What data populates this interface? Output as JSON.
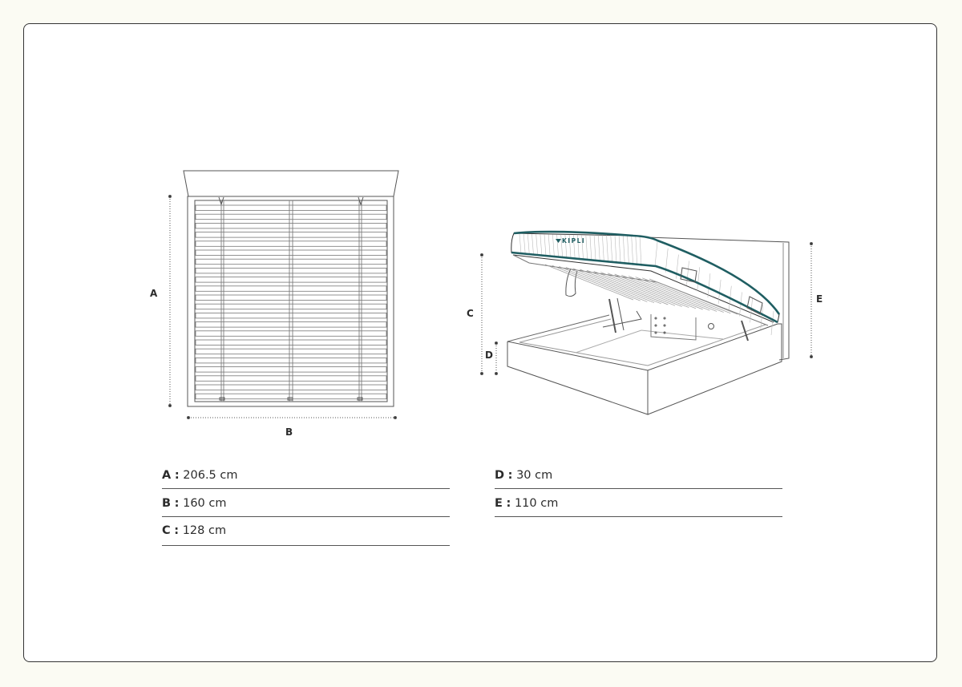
{
  "brand": "KIPLI",
  "dimension_letters": [
    "A",
    "B",
    "C",
    "D",
    "E"
  ],
  "specs": {
    "a": {
      "key": "A",
      "sep": ":",
      "value": "206.5 cm"
    },
    "b": {
      "key": "B",
      "sep": ":",
      "value": "160 cm"
    },
    "c": {
      "key": "C",
      "sep": ":",
      "value": "128 cm"
    },
    "d": {
      "key": "D",
      "sep": ":",
      "value": "30 cm"
    },
    "e": {
      "key": "E",
      "sep": ":",
      "value": "110 cm"
    }
  },
  "colors": {
    "line": "#555555",
    "mattress_accent": "#1f5e62",
    "page_bg": "#fbfbf3",
    "card_border": "#333333"
  }
}
